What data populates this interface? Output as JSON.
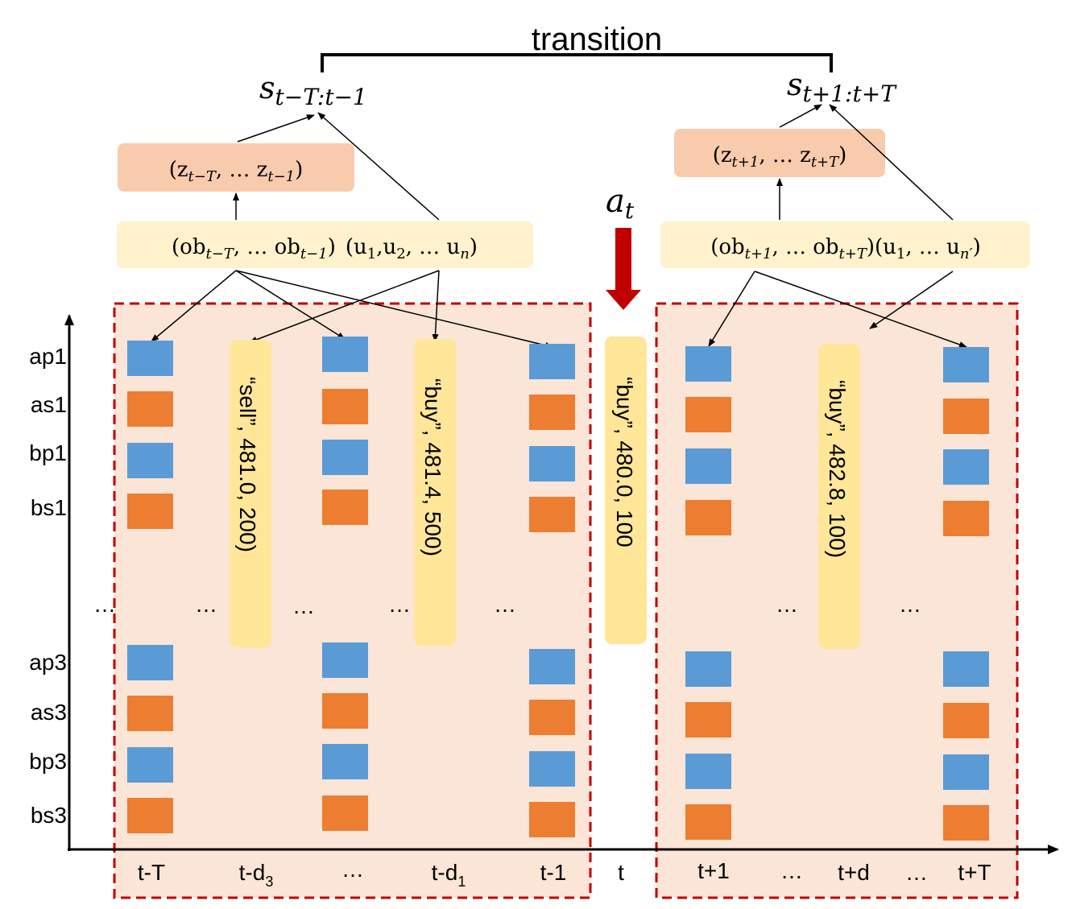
{
  "colors": {
    "blue_square": "#5B9BD5",
    "orange_square": "#ED7D31",
    "region_fill": "#FBE5D6",
    "region_border": "#C00000",
    "z_box": "#F8CBAD",
    "ob_box": "#FFF2CC",
    "order_box": "#FFE699",
    "action_arrow": "#C00000",
    "line": "#000000"
  },
  "top": {
    "transition_label": "transition",
    "state_left": {
      "base": "s",
      "sub": "t−T:t−1"
    },
    "state_right": {
      "base": "s",
      "sub": "t+1:t+T"
    },
    "action": {
      "base": "a",
      "sub": "t"
    }
  },
  "latent": {
    "left": {
      "open": "(z",
      "sub1": "t−T",
      "mid": ", … z",
      "sub2": "t−1",
      "close": ")"
    },
    "right": {
      "open": "(z",
      "sub1": "t+1",
      "mid": ", … z",
      "sub2": "t+T",
      "close": ")"
    }
  },
  "observations": {
    "left": {
      "ob_open": "(ob",
      "ob_sub1": "t−T",
      "ob_mid": ", … ob",
      "ob_sub2": "t−1",
      "ob_close": ")",
      "u_open": "(u",
      "u_sub1": "1",
      "u_mid1": ",u",
      "u_sub2": "2",
      "u_mid2": ", … u",
      "u_sub3": "n",
      "u_close": ")"
    },
    "right": {
      "ob_open": "(ob",
      "ob_sub1": "t+1",
      "ob_mid": ", … ob",
      "ob_sub2": "t+T",
      "ob_close": ")",
      "u_open": "(u",
      "u_sub1": "1",
      "u_mid": ", … u",
      "u_sub2": "n′",
      "u_close": ")"
    }
  },
  "row_labels": [
    "ap1",
    "as1",
    "bp1",
    "bs1",
    "ap3",
    "as3",
    "bp3",
    "bs3"
  ],
  "row_colors": [
    "blue",
    "orange",
    "blue",
    "orange",
    "blue",
    "orange",
    "blue",
    "orange"
  ],
  "orders": {
    "sell": "“sell”, 481.0, 200)",
    "buy_left": "“buy”, 481.4, 500)",
    "action": "“buy”, 480.0, 100",
    "buy_right": "“buy”, 482.8, 100)"
  },
  "ellipsis": "…",
  "x_labels": {
    "tT": "t-T",
    "td3": {
      "base": "t-d",
      "sub": "3"
    },
    "dots1": "…",
    "td1": {
      "base": "t-d",
      "sub": "1"
    },
    "tm1": "t-1",
    "t": "t",
    "tp1": "t+1",
    "dots2": "…",
    "tpd": "t+d",
    "dots3": "…",
    "tpT": "t+T"
  }
}
